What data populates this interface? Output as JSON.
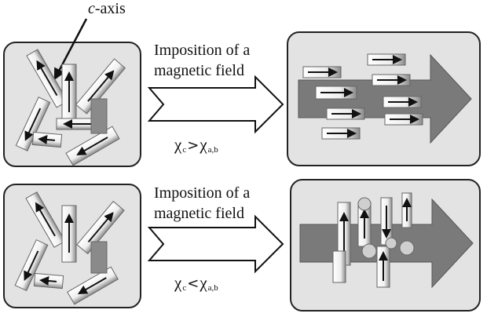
{
  "c_axis_label": {
    "prefix": "c",
    "suffix": "-axis"
  },
  "top_row": {
    "caption_line1": "Imposition of a",
    "caption_line2": "magnetic field",
    "condition": {
      "symbol": "χ",
      "sub_left": "c",
      "operator": ">",
      "symbol_right": "χ",
      "sub_right": "a,b"
    }
  },
  "bottom_row": {
    "caption_line1": "Imposition of a",
    "caption_line2": "magnetic field",
    "condition": {
      "symbol": "χ",
      "sub_left": "c",
      "operator": "<",
      "symbol_right": "χ",
      "sub_right": "a,b"
    }
  },
  "colors": {
    "panel": "#e3e3e3",
    "arrow_fill": "#7a7a7a",
    "crystal": "#f2f2f2",
    "crystal_shadow": "#9a9a9a",
    "outline": "#222222"
  }
}
